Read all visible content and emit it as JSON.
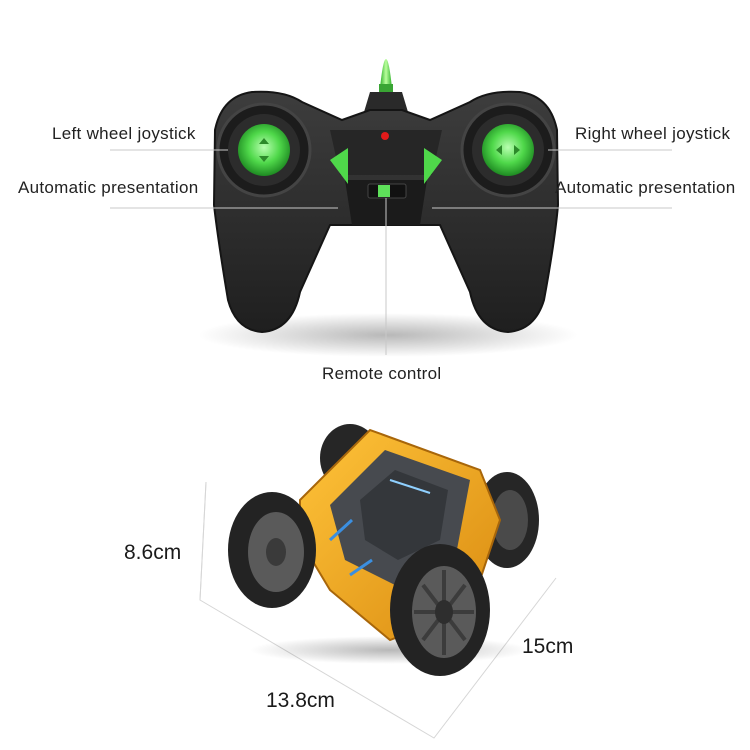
{
  "callouts": {
    "left_joystick": "Left wheel joystick",
    "left_auto": "Automatic presentation",
    "right_joystick": "Right wheel joystick",
    "right_auto": "Automatic presentation",
    "remote": "Remote control"
  },
  "dimensions": {
    "height": "8.6cm",
    "length": "15cm",
    "width": "13.8cm"
  },
  "colors": {
    "controller_body": "#2e2e2e",
    "glow_green": "#5ee05a",
    "car_yellow": "#f0a41e",
    "tire": "#2a2a2a"
  }
}
